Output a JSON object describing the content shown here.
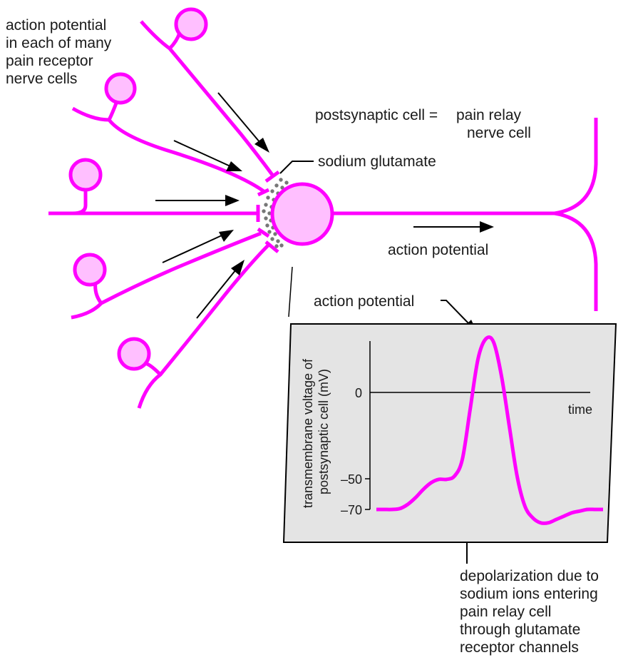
{
  "labels": {
    "action_potential_many": [
      "action potential",
      "in each of many",
      "pain receptor",
      "nerve cells"
    ],
    "postsynaptic_cell": "postsynaptic cell =",
    "pain_relay": [
      "pain relay",
      "nerve cell"
    ],
    "sodium_glutamate": "sodium glutamate",
    "action_potential_axon": "action potential",
    "action_potential_graph": "action potential",
    "depolarization": [
      "depolarization due to",
      "sodium ions entering",
      "pain relay cell",
      "through glutamate",
      "receptor channels"
    ]
  },
  "chart_data": {
    "type": "line",
    "ylabel": [
      "transmembrane voltage of",
      "postsynaptic cell (mV)"
    ],
    "xlabel": "time",
    "yticks": [
      "0",
      "–50",
      "–70"
    ],
    "series": [
      {
        "values": [
          -70,
          -70,
          -70,
          -69.5,
          -67,
          -63,
          -58,
          -54,
          -52,
          -52,
          -50,
          -40,
          -10,
          20,
          32,
          30,
          10,
          -20,
          -50,
          -68,
          -75,
          -78,
          -78,
          -76,
          -74,
          -72,
          -71,
          -70,
          -70,
          -70
        ]
      }
    ]
  },
  "colors": {
    "neuron": "#ff00ff",
    "cell_fill": "#ffbfff",
    "panel_fill": "#e4e4e4",
    "vesicle": "#777777",
    "arrow": "#000000"
  }
}
